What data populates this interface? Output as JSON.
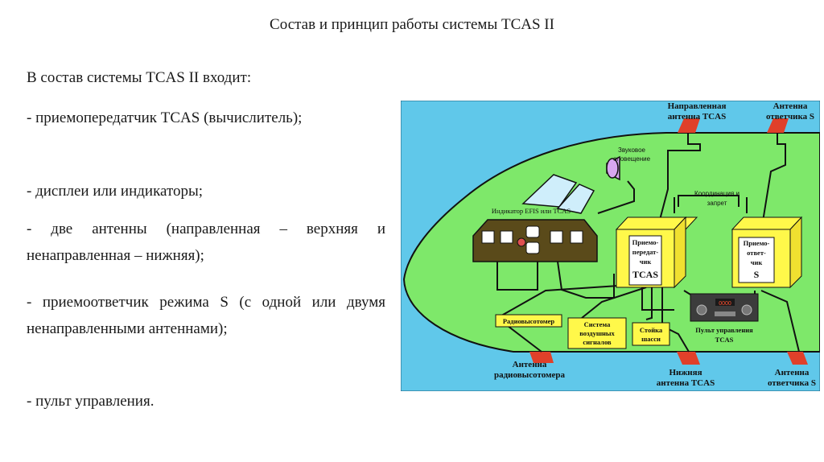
{
  "slide": {
    "title": "Состав и принцип работы системы TCAS II",
    "intro": "В состав системы TCAS II входит:",
    "items": [
      "- приемопередатчик TCAS (вычислитель);",
      "- дисплеи или индикаторы;",
      "- две антенны (направленная – верхняя и ненаправленная – нижняя);",
      "- приемоответчик режима S (с одной или двумя ненаправленными антеннами);",
      "- пульт управления."
    ]
  },
  "diagram": {
    "colors": {
      "background": "#60c8ea",
      "fuselage": "#7ee86a",
      "box_yellow": "#fff84a",
      "antenna_red": "#e0402a",
      "lines": "#111111"
    },
    "labels": {
      "directional_antenna_line1": "Направленная",
      "directional_antenna_line2": "антенна TCAS",
      "transponder_antenna_top_line1": "Антенна",
      "transponder_antenna_top_line2": "ответчика S",
      "audio_warning_line1": "Звуковое",
      "audio_warning_line2": "оповещение",
      "coordination_line1": "Координация и",
      "coordination_line2": "запрет",
      "indicator": "Индикатор EFIS или TCAS",
      "tcas_unit": [
        "Приемо-",
        "передат-",
        "чик",
        "TCAS"
      ],
      "transponder_unit": [
        "Приемо-",
        "ответ-",
        "чик",
        "S"
      ],
      "radio_altimeter": "Радиовысотомер",
      "air_data_line1": "Система",
      "air_data_line2": "воздушных",
      "air_data_line3": "сигналов",
      "gear_line1": "Стойка",
      "gear_line2": "шасси",
      "control_panel_line1": "Пульт управления",
      "control_panel_line2": "TCAS",
      "radio_alt_antenna_line1": "Антенна",
      "radio_alt_antenna_line2": "радиовысотомера",
      "lower_tcas_antenna_line1": "Нижняя",
      "lower_tcas_antenna_line2": "антенна TCAS",
      "transponder_antenna_bottom_line1": "Антенна",
      "transponder_antenna_bottom_line2": "ответчика S",
      "panel_display": "0000"
    }
  }
}
